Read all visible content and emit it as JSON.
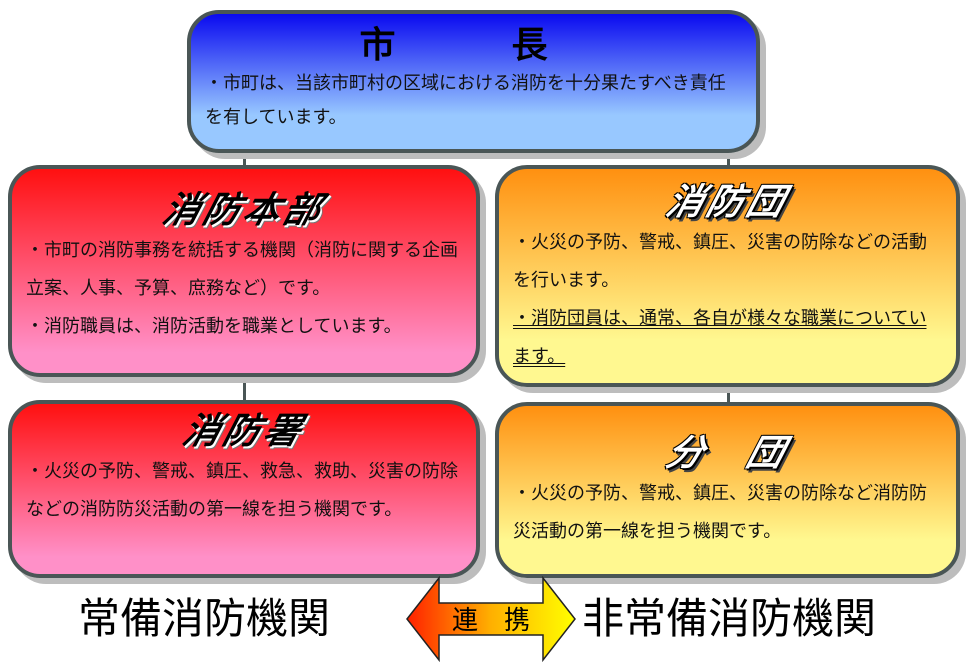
{
  "mayor": {
    "title": "市　長",
    "lines": [
      "・市町は、当該市町村の区域における消防を十分果たすべき責任を有しています。"
    ]
  },
  "fire_hq": {
    "title": "消防本部",
    "lines": [
      "・市町の消防事務を統括する機関（消防に関する企画立案、人事、予算、庶務など）です。",
      "・消防職員は、消防活動を職業としています。"
    ]
  },
  "fire_station": {
    "title": "消防署",
    "lines": [
      "・火災の予防、警戒、鎮圧、救急、救助、災害の防除などの消防防災活動の第一線を担う機関です。"
    ]
  },
  "fire_corps": {
    "title": "消防団",
    "lines": [
      "・火災の予防、警戒、鎮圧、災害の防除などの活動を行います。",
      "・消防団員は、通常、各自が様々な職業についています。"
    ]
  },
  "branch": {
    "title": "分　団",
    "lines": [
      "・火災の予防、警戒、鎮圧、災害の防除など消防防災活動の第一線を担う機関です。"
    ]
  },
  "footer": {
    "left": "常備消防機関",
    "arrow": "連　携",
    "right": "非常備消防機関"
  },
  "colors": {
    "mayor": "#0a0af0",
    "standing": "#ff1010",
    "volunteer": "#ff9010"
  }
}
